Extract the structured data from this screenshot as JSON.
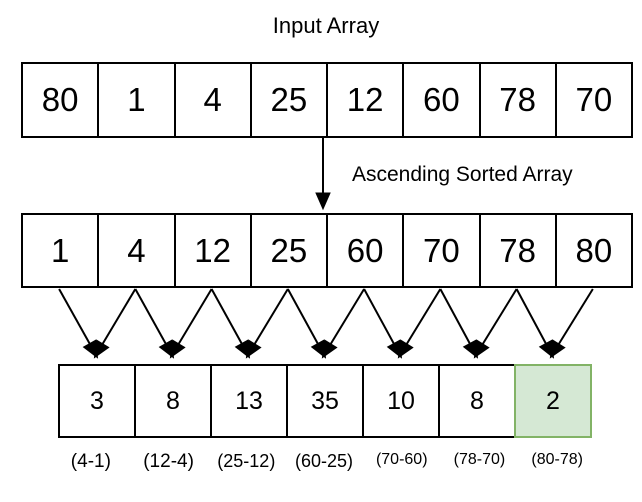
{
  "titles": {
    "input_array": "Input Array",
    "sorted_array": "Ascending Sorted Array"
  },
  "colors": {
    "line": "#000000",
    "text": "#000000",
    "highlight_fill": "#d5e8d4",
    "highlight_border": "#82b366"
  },
  "input_array": {
    "cells": [
      "80",
      "1",
      "4",
      "25",
      "12",
      "60",
      "78",
      "70"
    ]
  },
  "sorted_array": {
    "cells": [
      "1",
      "4",
      "12",
      "25",
      "60",
      "70",
      "78",
      "80"
    ]
  },
  "difference_array": {
    "cells": [
      "3",
      "8",
      "13",
      "35",
      "10",
      "8",
      "2"
    ],
    "highlight_index": 6,
    "highlighted_value": "2"
  },
  "difference_labels": [
    "(4-1)",
    "(12-4)",
    "(25-12)",
    "(60-25)",
    "(70-60)",
    "(78-70)",
    "(80-78)"
  ]
}
